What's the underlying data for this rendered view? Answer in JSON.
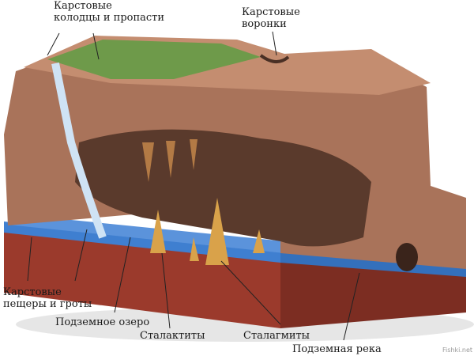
{
  "diagram": {
    "topic": "Karst landforms cross-section",
    "labels": {
      "sinkholes_shafts": [
        "Карстовые",
        "колодцы и пропасти"
      ],
      "karst_funnels": [
        "Карстовые",
        "воронки"
      ],
      "caves_grottoes": [
        "Карстовые",
        "пещеры и гроты"
      ],
      "underground_lake": "Подземное озеро",
      "stalactites": "Сталактиты",
      "stalagmites": "Сталагмиты",
      "underground_river": "Подземная река"
    },
    "watermark": "Fishki.net",
    "colors": {
      "rock": "#a9735a",
      "rock_dark": "#6b4433",
      "water": "#3f7fd0",
      "clay_base": "#9b3a2c",
      "grass": "#6e9a4a",
      "formations": "#d9a24a"
    }
  }
}
